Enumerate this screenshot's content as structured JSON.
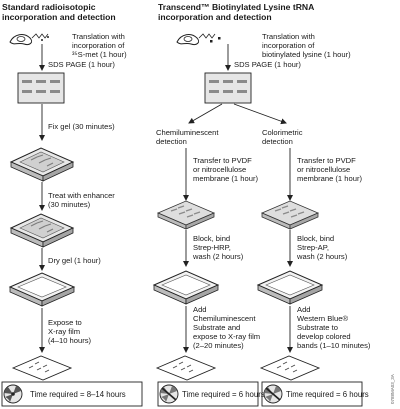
{
  "left": {
    "title_line1": "Standard radioisotopic",
    "title_line2": "incorporation and detection",
    "translation_line1": "Translation with",
    "translation_line2": "incorporation of",
    "translation_line3": "³⁵S-met (1 hour)",
    "sds_page": "SDS PAGE (1 hour)",
    "fix_gel": "Fix gel (30 minutes)",
    "treat_line1": "Treat with enhancer",
    "treat_line2": "(30 minutes)",
    "dry_gel": "Dry gel (1 hour)",
    "expose_line1": "Expose to",
    "expose_line2": "X-ray film",
    "expose_line3": "(4–10 hours)",
    "time": "Time required = 8–14 hours"
  },
  "right": {
    "title_line1": "Transcend™ Biotinylated Lysine tRNA",
    "title_line2": "incorporation and detection",
    "translation_line1": "Translation with",
    "translation_line2": "incorporation of",
    "translation_line3": "biotinylated lysine (1 hour)",
    "sds_page": "SDS PAGE (1 hour)",
    "chemi": {
      "head_line1": "Chemiluminescent",
      "head_line2": "detection",
      "transfer_line1": "Transfer to PVDF",
      "transfer_line2": "or nitrocellulose",
      "transfer_line3": "membrane (1 hour)",
      "block_line1": "Block, bind",
      "block_line2": "Strep-HRP,",
      "block_line3": "wash (2 hours)",
      "add_line1": "Add",
      "add_line2": "Chemiluminescent",
      "add_line3": "Substrate and",
      "add_line4": "expose to X-ray film",
      "add_line5": "(2–20 minutes)",
      "time": "Time required = 6 hours"
    },
    "color": {
      "head_line1": "Colorimetric",
      "head_line2": "detection",
      "transfer_line1": "Transfer to PVDF",
      "transfer_line2": "or nitrocellulose",
      "transfer_line3": "membrane (1 hour)",
      "block_line1": "Block, bind",
      "block_line2": "Strep-AP,",
      "block_line3": "wash (2 hours)",
      "add_line1": "Add",
      "add_line2": "Western Blue®",
      "add_line3": "Substrate to",
      "add_line4": "develop colored",
      "add_line5": "bands (1–10 minutes)",
      "time": "Time required = 6 hours"
    }
  },
  "figure_code": "0788MA03_3A",
  "colors": {
    "gel_fill": "#dcdcdc",
    "gel_edge": "#333333",
    "band": "#8a8a8a",
    "radiation_fill": "#e6e6e6"
  }
}
